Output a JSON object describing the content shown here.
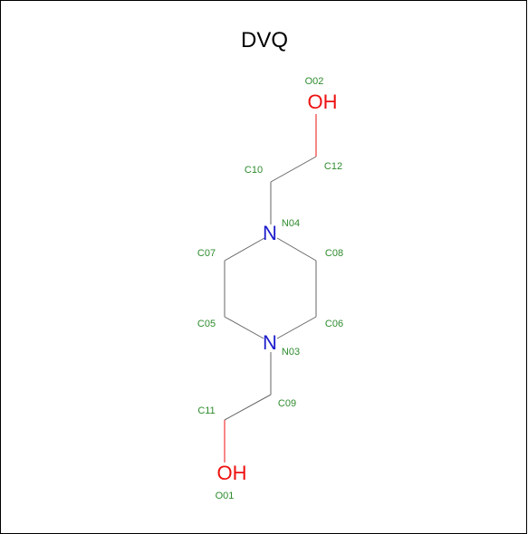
{
  "title": "DVQ",
  "colors": {
    "carbon_label": "#2e8b2e",
    "nitrogen": "#1c1ccc",
    "oxygen": "#ee1111",
    "bond": "#666666",
    "title": "#000000"
  },
  "atoms": {
    "O02": {
      "id": "O02",
      "symbol": "OH"
    },
    "C12": {
      "id": "C12"
    },
    "C10": {
      "id": "C10"
    },
    "N04": {
      "id": "N04",
      "symbol": "N"
    },
    "C07": {
      "id": "C07"
    },
    "C08": {
      "id": "C08"
    },
    "C05": {
      "id": "C05"
    },
    "C06": {
      "id": "C06"
    },
    "N03": {
      "id": "N03",
      "symbol": "N"
    },
    "C09": {
      "id": "C09"
    },
    "C11": {
      "id": "C11"
    },
    "O01": {
      "id": "O01",
      "symbol": "OH"
    }
  }
}
